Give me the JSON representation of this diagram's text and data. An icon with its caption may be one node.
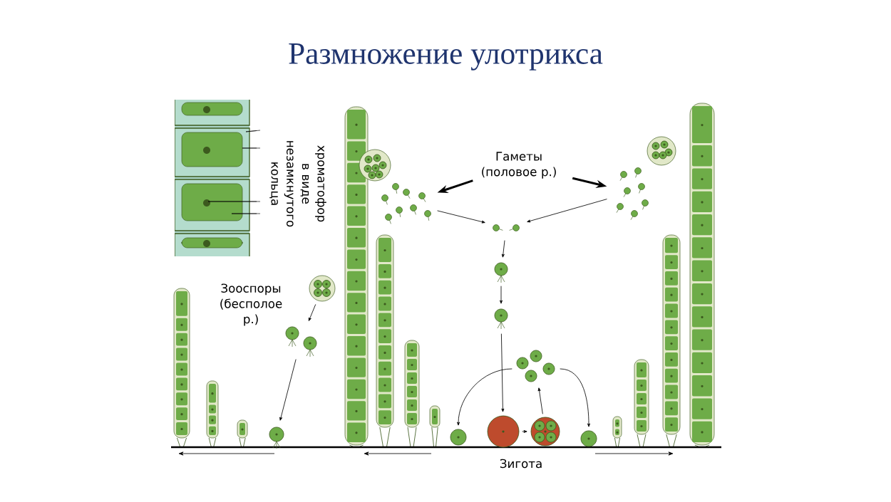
{
  "diagram": {
    "title": "Размножение улотрикса",
    "nodes": [
      {
        "text": [
          "Гаметы (половое р.)"
        ]
      },
      {
        "text": [],
        "shape": "picture"
      },
      {
        "text": [],
        "shape": "picture"
      },
      {
        "text": [],
        "shape": "picture"
      },
      {
        "text": [],
        "shape": "picture"
      },
      {
        "text": [],
        "shape": "picture"
      },
      {
        "text": [],
        "shape": "picture",
        "beside": [
          "Зигота"
        ]
      },
      {
        "text": [],
        "shape": "picture"
      },
      {
        "text": [],
        "shape": "picture"
      },
      {
        "text": [],
        "shape": "picture"
      },
      {
        "text": [],
        "shape": "picture"
      },
      {
        "text": [],
        "shape": "picture"
      },
      {
        "text": [],
        "shape": "picture"
      },
      {
        "text": [],
        "shape": "picture"
      }
    ],
    "edges": [
      {
        "from": 0,
        "to": 1,
        "arrow": "to",
        "style": "thick"
      },
      {
        "from": 0,
        "to": 2,
        "arrow": "to",
        "style": "thick"
      },
      {
        "from": 1,
        "to": 3,
        "arrow": "to"
      },
      {
        "from": 2,
        "to": 3,
        "arrow": "to"
      },
      {
        "from": 3,
        "to": 4,
        "arrow": "to"
      },
      {
        "from": 4,
        "to": 5,
        "arrow": "to"
      },
      {
        "from": 5,
        "to": 6,
        "arrow": "to"
      },
      {
        "from": 6,
        "to": 7,
        "arrow": "to"
      },
      {
        "from": 7,
        "to": 8,
        "arrow": "to"
      },
      {
        "from": 8,
        "to": 9,
        "arrow": "to"
      },
      {
        "from": 8,
        "to": 10,
        "arrow": "to"
      },
      {
        "from": 11,
        "to": 12,
        "arrow": "to"
      },
      {
        "from": 12,
        "to": 13,
        "arrow": "to"
      }
    ],
    "labels": [
      "хроматофор в виде незамкнутого кольца",
      "Зооспоры (бесполое р.)"
    ]
  }
}
